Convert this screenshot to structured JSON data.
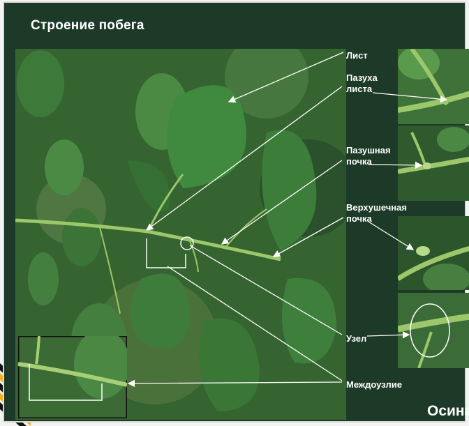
{
  "title": "Строение побега",
  "species": "Осина",
  "labels": {
    "leaf": "Лист",
    "axil_1": "Пазуха",
    "axil_2": "листа",
    "axillary_bud_1": "Пазушная",
    "axillary_bud_2": "почка",
    "apical_bud_1": "Верхушечная",
    "apical_bud_2": "почка",
    "node": "Узел",
    "internode": "Междоузлие"
  },
  "colors": {
    "background": "#1d3a28",
    "text": "#ffffff",
    "leaf": "#3f8a3e",
    "stem": "#9cc76a"
  }
}
